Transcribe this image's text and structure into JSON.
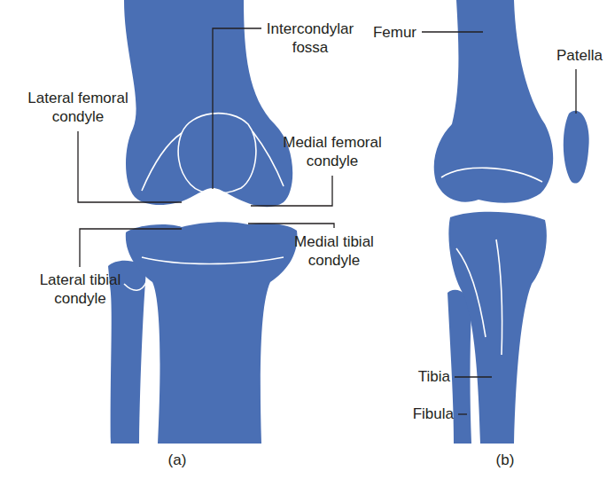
{
  "diagram": {
    "labels": [
      "Lateral femoral condyle",
      "Intercondylar fossa",
      "Medial femoral condyle",
      "Lateral tibial condyle",
      "Medial tibial condyle",
      "(a)",
      "Femur",
      "Patella",
      "Tibia",
      "Fibula",
      "(b)"
    ]
  }
}
